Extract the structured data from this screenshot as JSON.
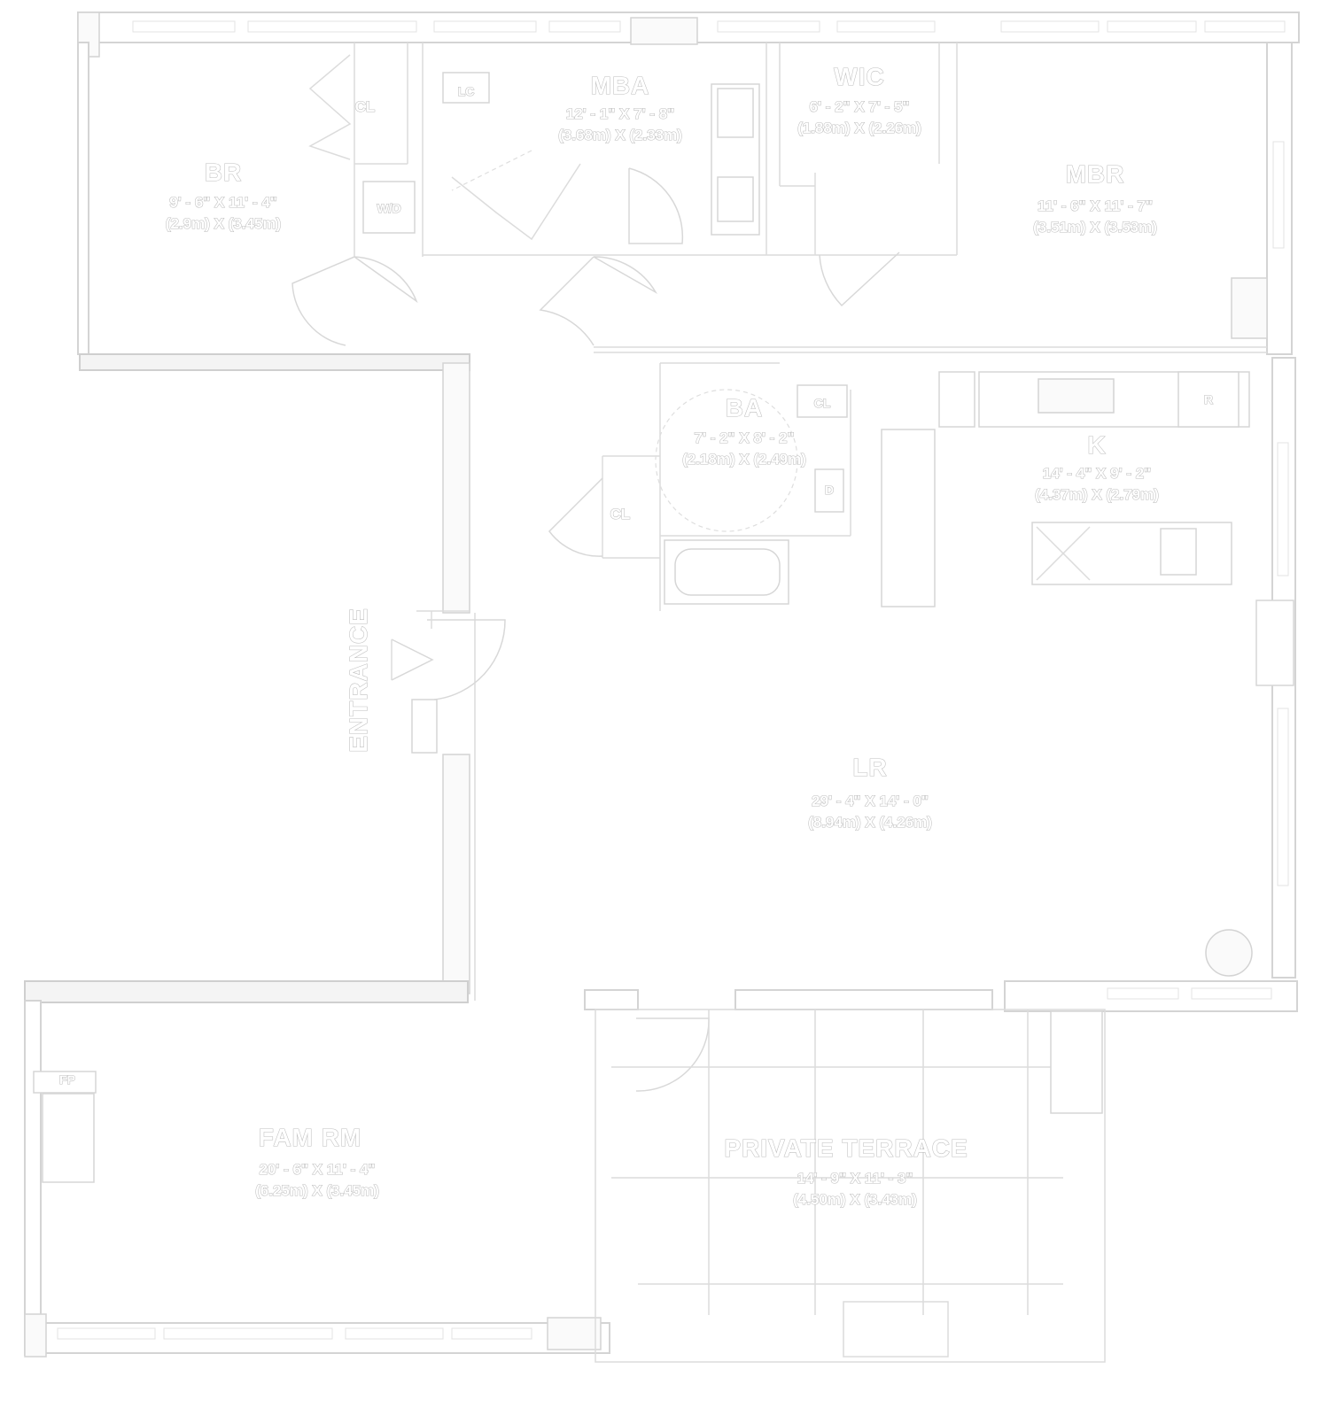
{
  "rooms": {
    "br": {
      "name": "BR",
      "dim_imperial": "9' - 6\" X 11' - 4\"",
      "dim_metric": "(2.9m) X (3.45m)"
    },
    "mba": {
      "name": "MBA",
      "dim_imperial": "12' - 1\" X 7' - 8\"",
      "dim_metric": "(3.68m) X (2.33m)"
    },
    "wic": {
      "name": "WIC",
      "dim_imperial": "6' - 2\" X 7' - 5\"",
      "dim_metric": "(1.88m) X (2.26m)"
    },
    "mbr": {
      "name": "MBR",
      "dim_imperial": "11' - 6\" X 11' - 7\"",
      "dim_metric": "(3.51m) X (3.53m)"
    },
    "ba": {
      "name": "BA",
      "dim_imperial": "7' - 2\" X 8' - 2\"",
      "dim_metric": "(2.18m) X (2.49m)"
    },
    "k": {
      "name": "K",
      "dim_imperial": "14' - 4\" X 9' - 2\"",
      "dim_metric": "(4.37m) X (2.79m)"
    },
    "lr": {
      "name": "LR",
      "dim_imperial": "29' - 4\" X 14' - 0\"",
      "dim_metric": "(8.94m) X (4.26m)"
    },
    "fam": {
      "name": "FAM RM",
      "dim_imperial": "20' - 6\" X 11' - 4\"",
      "dim_metric": "(6.25m) X (3.45m)"
    },
    "terr": {
      "name": "PRIVATE TERRACE",
      "dim_imperial": "14' - 9\" X 11' - 3\"",
      "dim_metric": "(4.50m) X (3.43m)"
    }
  },
  "labels": {
    "entrance": "ENTRANCE",
    "linen_closet_mba": "LC",
    "closet_br": "CL",
    "closet_ba": "CL",
    "closet_k": "CL",
    "washer_dryer": "W/D",
    "refrigerator": "R",
    "fireplace": "FP",
    "dishwasher": "D"
  },
  "icons": [
    "entrance-arrow-icon",
    "door-swing-icon",
    "bathtub-icon",
    "toilet-icon",
    "stove-icon",
    "column-icon"
  ]
}
